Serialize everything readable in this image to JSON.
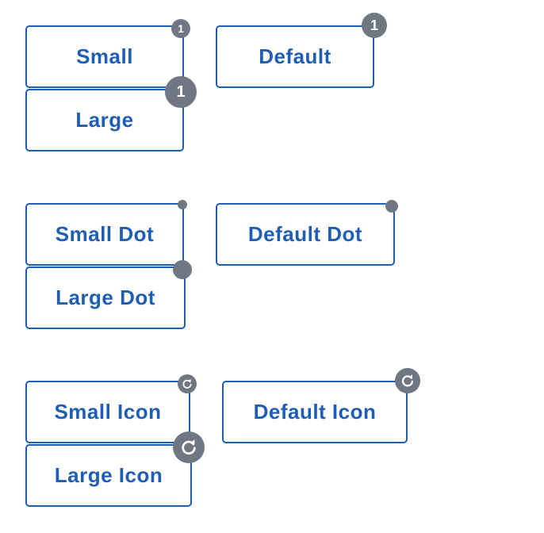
{
  "count_badges": {
    "small": {
      "label": "Small",
      "badge": "1"
    },
    "default": {
      "label": "Default",
      "badge": "1"
    },
    "large": {
      "label": "Large",
      "badge": "1"
    }
  },
  "dot_badges": {
    "small": {
      "label": "Small Dot"
    },
    "default": {
      "label": "Default Dot"
    },
    "large": {
      "label": "Large Dot"
    }
  },
  "icon_badges": {
    "small": {
      "label": "Small Icon",
      "icon": "refresh-icon"
    },
    "default": {
      "label": "Default Icon",
      "icon": "refresh-icon"
    },
    "large": {
      "label": "Large Icon",
      "icon": "refresh-icon"
    }
  },
  "colors": {
    "button_text": "#1f5eb3",
    "button_border": "#1f5eb3",
    "badge_background": "#6f7782",
    "badge_text": "#ffffff"
  }
}
